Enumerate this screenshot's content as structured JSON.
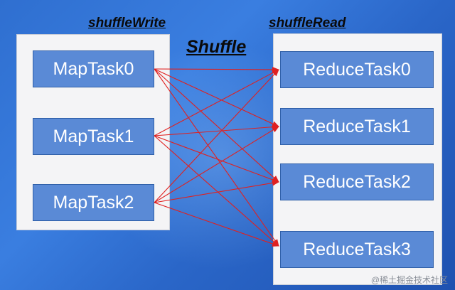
{
  "headings": {
    "shuffle_write": "shuffleWrite",
    "shuffle_read": "shuffleRead",
    "shuffle": "Shuffle"
  },
  "map_tasks": [
    "MapTask0",
    "MapTask1",
    "MapTask2"
  ],
  "reduce_tasks": [
    "ReduceTask0",
    "ReduceTask1",
    "ReduceTask2",
    "ReduceTask3"
  ],
  "edges": "every MapTask connects to every ReduceTask",
  "colors": {
    "background": "#2f6fd0",
    "panel": "#f4f4f6",
    "task_box": "#5a8ad6",
    "task_text": "#ffffff",
    "arrow": "#e02020"
  },
  "watermark": "@稀土掘金技术社区"
}
